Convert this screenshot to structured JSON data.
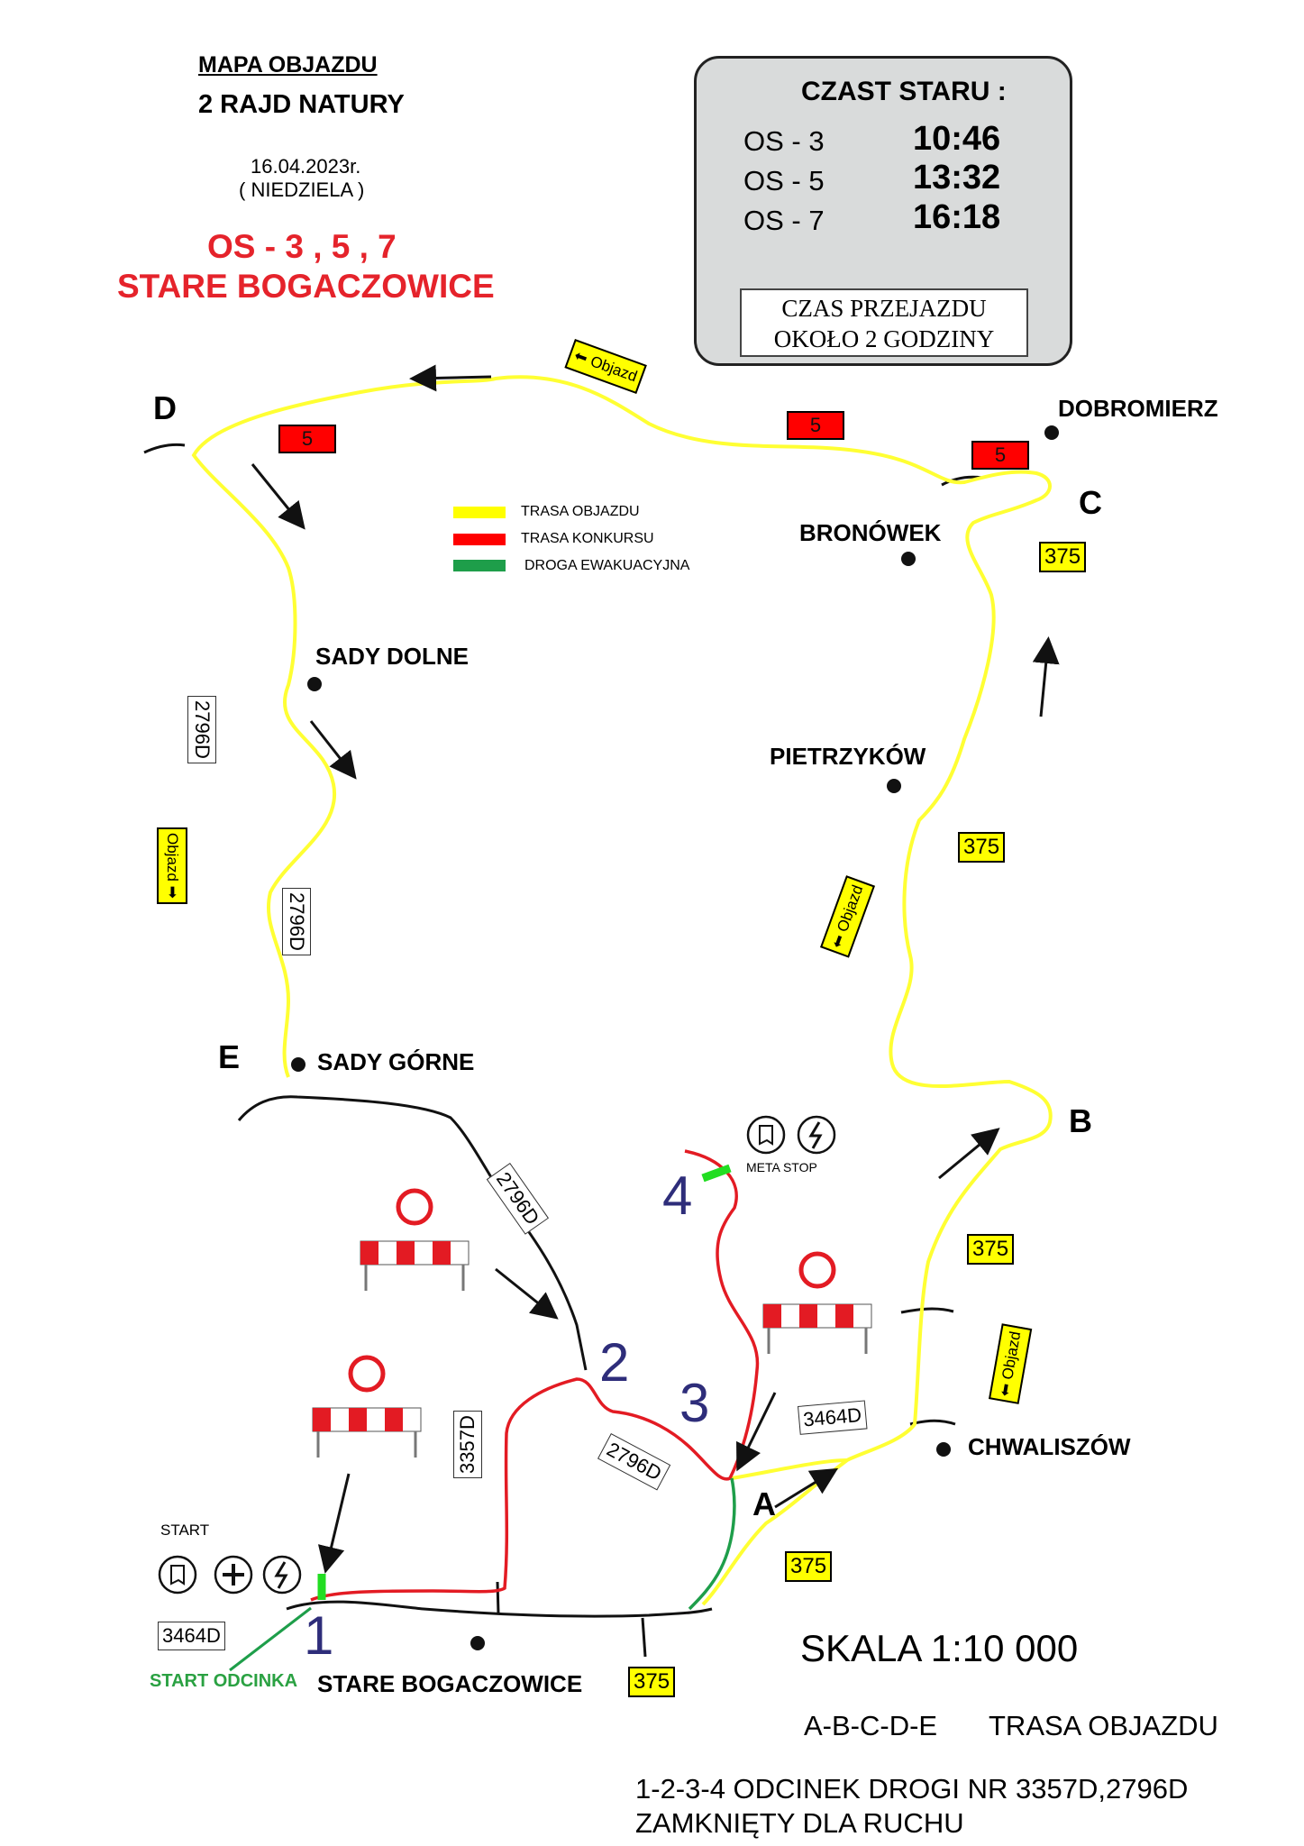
{
  "header": {
    "title": "MAPA  OBJAZDU",
    "event": "2 RAJD NATURY",
    "date": "16.04.2023r.",
    "weekday": "( NIEDZIELA )",
    "stages": "OS - 3 , 5 , 7",
    "location": "STARE BOGACZOWICE"
  },
  "start_times": {
    "heading": "CZAST STARU :",
    "rows": [
      {
        "stage": "OS - 3",
        "time": "10:46"
      },
      {
        "stage": "OS - 5",
        "time": "13:32"
      },
      {
        "stage": "OS - 7",
        "time": "16:18"
      }
    ],
    "note_line1": "CZAS PRZEJAZDU",
    "note_line2": "OKOŁO 2 GODZINY"
  },
  "legend": [
    {
      "label": "TRASA OBJAZDU",
      "color": "#ffff00"
    },
    {
      "label": "TRASA KONKURSU",
      "color": "#ff0000"
    },
    {
      "label": "DROGA EWAKUACYJNA",
      "color": "#1e9e4a"
    }
  ],
  "colors": {
    "detour": "#ffff33",
    "stage": "#e31b23",
    "evacuation": "#1e9e4a",
    "road": "#111111",
    "title_red": "#e5232b",
    "number_blue": "#2e2d7a"
  },
  "places": {
    "dobromierz": "DOBROMIERZ",
    "bronowek": "BRONÓWEK",
    "sady_dolne": "SADY DOLNE",
    "pietrzykow": "PIETRZYKÓW",
    "sady_gorne": "SADY GÓRNE",
    "chwaliszow": "CHWALISZÓW",
    "stare_bogaczowice": "STARE BOGACZOWICE"
  },
  "route_letters": {
    "a": "A",
    "b": "B",
    "c": "C",
    "d": "D",
    "e": "E"
  },
  "section_numbers": {
    "n1": "1",
    "n2": "2",
    "n3": "3",
    "n4": "4"
  },
  "road_labels": {
    "r375": "375",
    "r5": "5",
    "r2796d": "2796D",
    "r3357d": "3357D",
    "r3464d": "3464D"
  },
  "signs": {
    "objazd": "Objazd",
    "start": "START",
    "meta_stop": "META STOP",
    "start_odcinka": "START ODCINKA"
  },
  "footer": {
    "scale": "SKALA 1:10 000",
    "detour_letters": "A-B-C-D-E",
    "detour_label": "TRASA OBJAZDU",
    "closure_line1": "1-2-3-4 ODCINEK DROGI NR 3357D,2796D",
    "closure_line2": "ZAMKNIĘTY DLA RUCHU"
  }
}
